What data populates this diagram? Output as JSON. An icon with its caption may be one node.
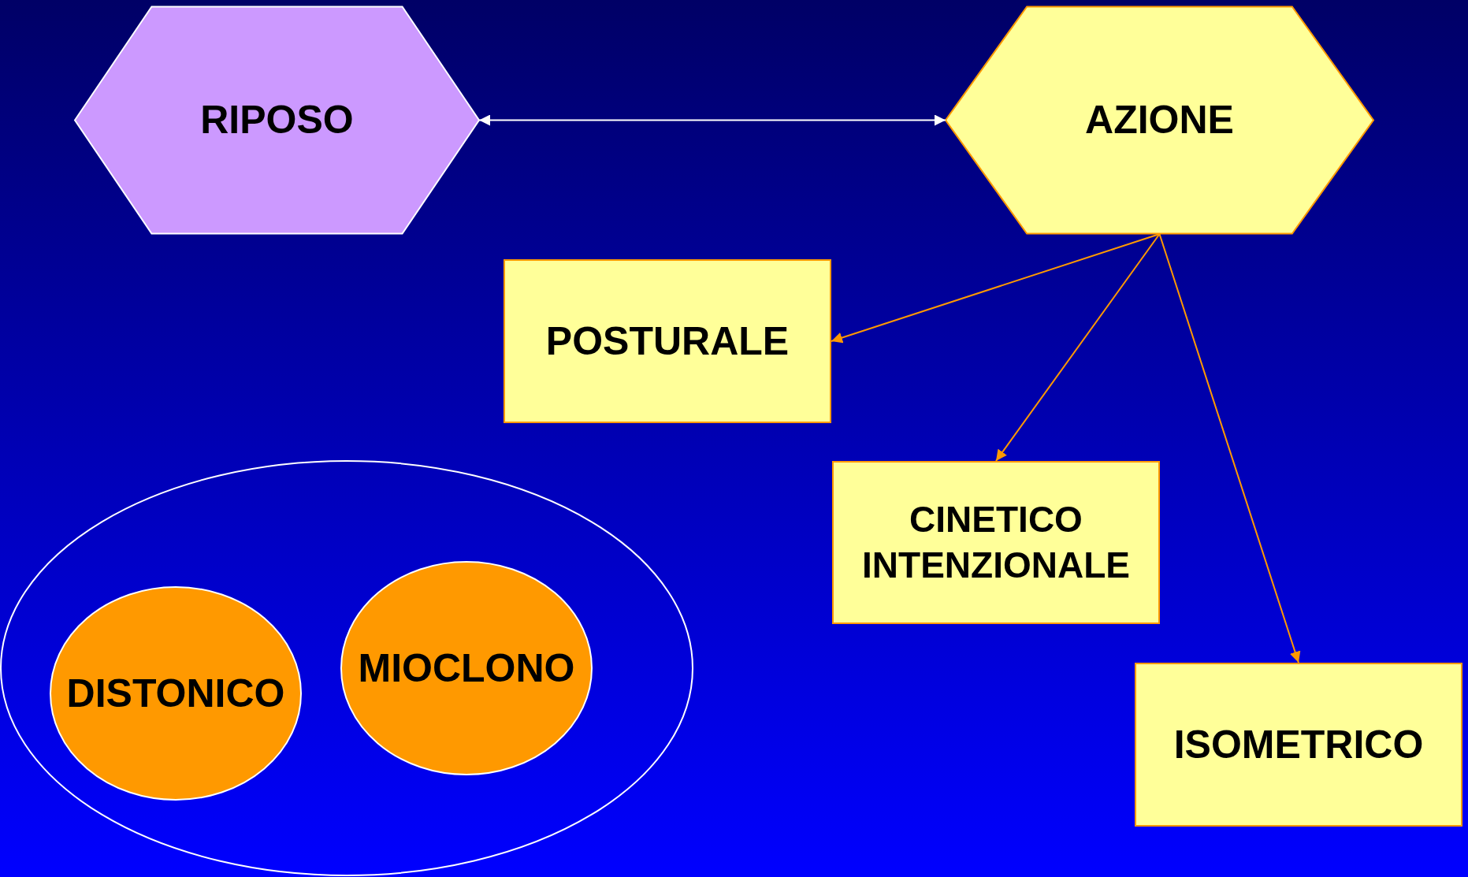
{
  "diagram": {
    "nodes": [
      {
        "text": [
          "RIPOSO"
        ]
      },
      {
        "text": [
          "AZIONE"
        ]
      },
      {
        "text": [
          "POSTURALE"
        ]
      },
      {
        "text": [
          "CINETICO INTENZIONALE"
        ]
      },
      {
        "text": [
          "ISOMETRICO"
        ]
      },
      {
        "text": [],
        "shape": "ellipse"
      },
      {
        "text": [
          "DISTONICO"
        ],
        "in": 5
      },
      {
        "text": [
          "MIOCLONO"
        ],
        "in": 5
      }
    ],
    "edges": [
      {
        "from": 0,
        "to": 1,
        "arrow": "both",
        "color": "#ffffff"
      },
      {
        "from": 1,
        "to": 2,
        "arrow": "to"
      },
      {
        "from": 1,
        "to": 3,
        "arrow": "to"
      },
      {
        "from": 1,
        "to": 4,
        "arrow": "to"
      }
    ]
  }
}
